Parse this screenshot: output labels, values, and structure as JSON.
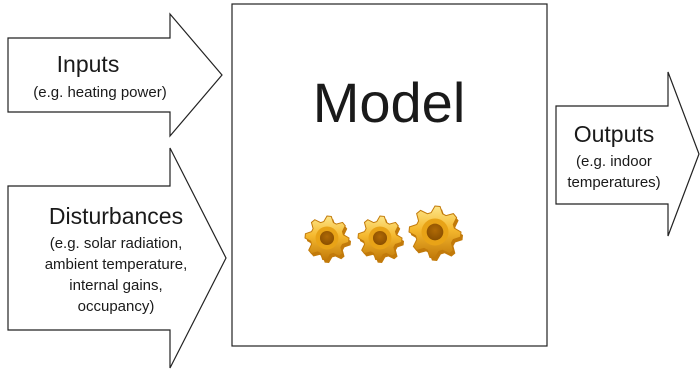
{
  "inputs": {
    "title": "Inputs",
    "detail": "(e.g. heating power)"
  },
  "disturbances": {
    "title": "Disturbances",
    "detail_lines": [
      "(e.g. solar radiation,",
      "ambient temperature,",
      "internal gains,",
      "occupancy)"
    ]
  },
  "model": {
    "title": "Model",
    "icon": "gears-icon",
    "gear_colors": [
      "#f7c948",
      "#e8a317",
      "#c27a0a"
    ]
  },
  "outputs": {
    "title": "Outputs",
    "detail_lines": [
      "(e.g. indoor",
      "temperatures)"
    ]
  }
}
